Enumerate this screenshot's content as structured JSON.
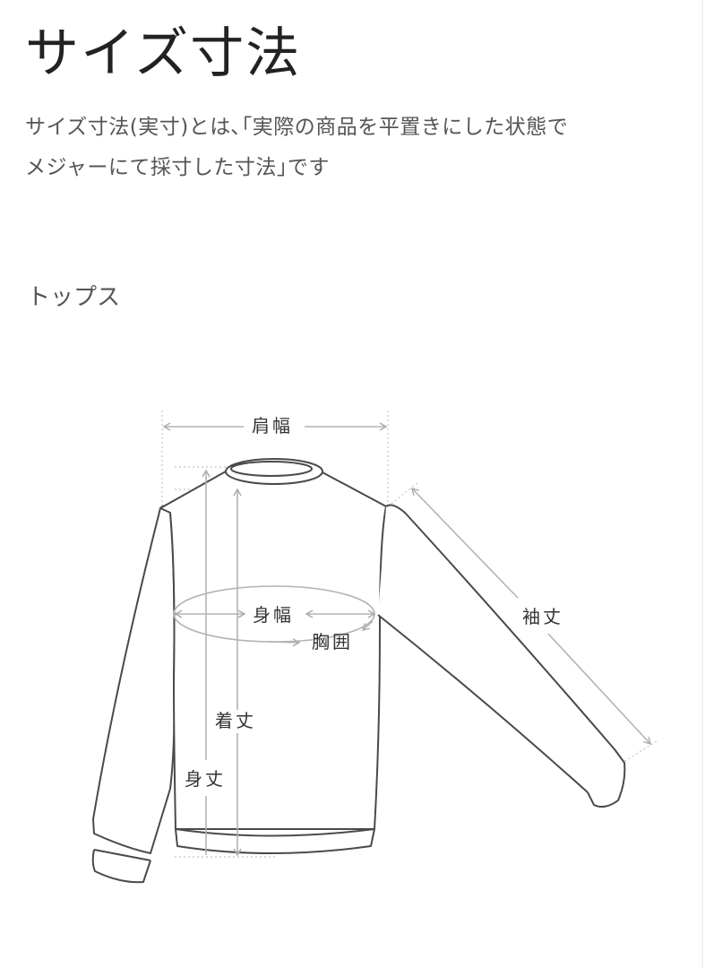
{
  "page": {
    "title": "サイズ寸法",
    "intro_line1": "サイズ寸法(実寸)とは､｢実際の商品を平置きにした状態で",
    "intro_line2": "メジャーにて採寸した寸法｣です"
  },
  "section": {
    "title": "トップス"
  },
  "diagram": {
    "garment": "long-sleeve-top",
    "labels": {
      "shoulder_width": "肩幅",
      "body_width": "身幅",
      "chest": "胸囲",
      "sleeve_length": "袖丈",
      "total_length": "着丈",
      "body_length": "身丈"
    },
    "colors": {
      "outline": "#4a4a4a",
      "measure_line": "#b3b3b3",
      "guide_dotted": "#c4c4c4",
      "label_text": "#333333"
    }
  }
}
